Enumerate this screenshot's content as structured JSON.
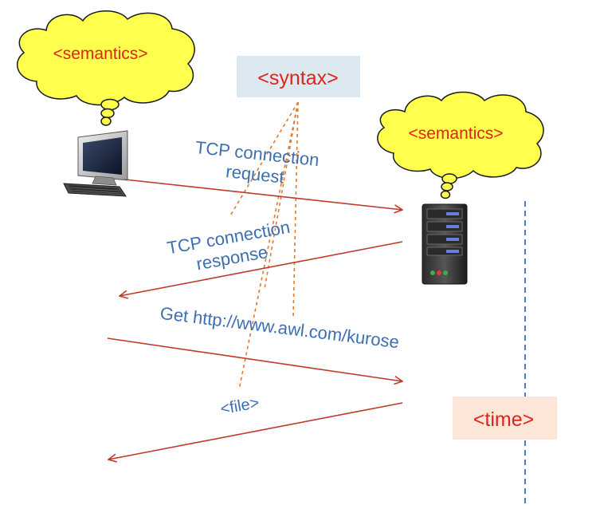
{
  "labels": {
    "semantics_client": "<semantics>",
    "semantics_server": "<semantics>",
    "syntax": "<syntax>",
    "time": "<time>"
  },
  "messages": [
    {
      "lines": [
        "TCP connection",
        "request"
      ],
      "direction": "client-to-server"
    },
    {
      "lines": [
        "TCP connection",
        "response"
      ],
      "direction": "server-to-client"
    },
    {
      "lines": [
        "Get http://www.awl.com/kurose"
      ],
      "direction": "client-to-server"
    },
    {
      "lines": [
        "<file>"
      ],
      "direction": "server-to-client"
    }
  ],
  "colors": {
    "cloud_fill": "#ffff4d",
    "cloud_stroke": "#1a1a1a",
    "label_red": "#e0241b",
    "label_blue": "#3d6fb3",
    "arrow": "#c0392b",
    "dotted": "#e07a2e",
    "syntax_box": "#dce9f0",
    "time_box": "#fbe6d8",
    "timeline": "#3d6fb3"
  },
  "icons": {
    "client": "desktop-computer-icon",
    "server": "server-tower-icon"
  }
}
